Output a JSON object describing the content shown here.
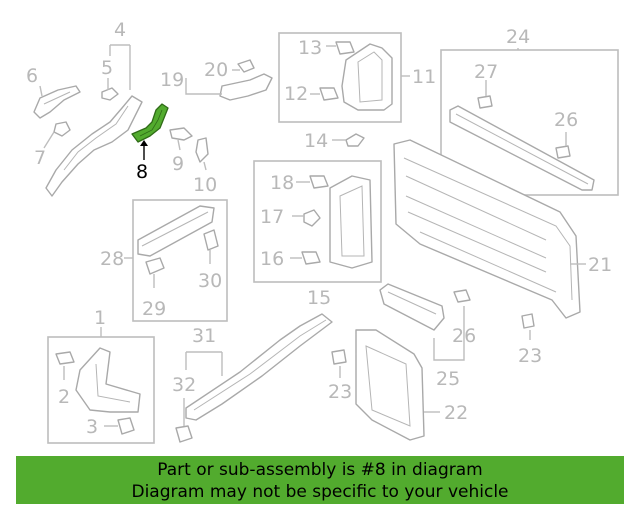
{
  "accent_color": "#52ab2e",
  "labels": {
    "l1": "1",
    "l2": "2",
    "l3": "3",
    "l4": "4",
    "l5": "5",
    "l6": "6",
    "l7": "7",
    "l8": "8",
    "l9": "9",
    "l10": "10",
    "l11": "11",
    "l12": "12",
    "l13": "13",
    "l14": "14",
    "l15": "15",
    "l16": "16",
    "l17": "17",
    "l18": "18",
    "l19": "19",
    "l20": "20",
    "l21": "21",
    "l22": "22",
    "l23a": "23",
    "l23b": "23",
    "l24": "24",
    "l25": "25",
    "l26a": "26",
    "l26b": "26",
    "l27": "27",
    "l28": "28",
    "l29": "29",
    "l30": "30",
    "l31": "31",
    "l32": "32"
  },
  "highlighted_part": "8",
  "banner": {
    "line1": "Part or sub-assembly is #8 in diagram",
    "line2": "Diagram may not be specific to your vehicle"
  }
}
